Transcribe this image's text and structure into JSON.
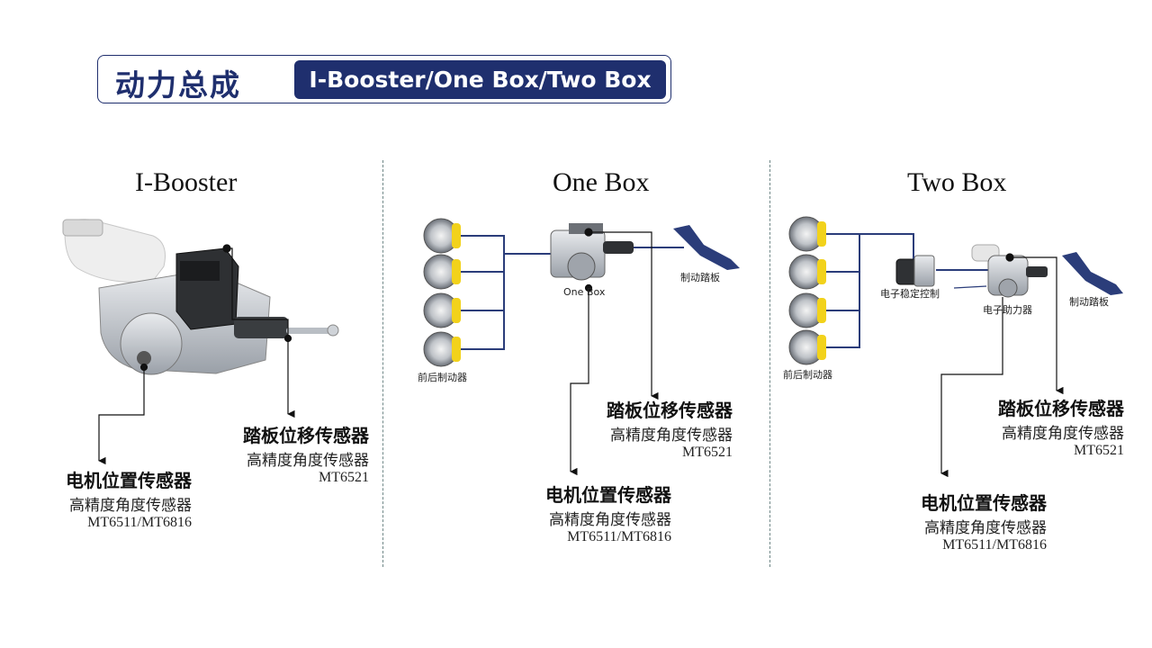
{
  "header": {
    "title": "动力总成",
    "subtitle": "I-Booster/One Box/Two Box"
  },
  "columns": {
    "ibooster": {
      "title": "I-Booster",
      "pedal_sensor": {
        "name": "踏板位移传感器",
        "desc": "高精度角度传感器",
        "model": "MT6521"
      },
      "motor_sensor": {
        "name": "电机位置传感器",
        "desc": "高精度角度传感器",
        "model": "MT6511/MT6816"
      }
    },
    "onebox": {
      "title": "One Box",
      "labels": {
        "unit": "One Box",
        "pedal": "制动踏板",
        "brakes": "前后制动器"
      },
      "pedal_sensor": {
        "name": "踏板位移传感器",
        "desc": "高精度角度传感器",
        "model": "MT6521"
      },
      "motor_sensor": {
        "name": "电机位置传感器",
        "desc": "高精度角度传感器",
        "model": "MT6511/MT6816"
      }
    },
    "twobox": {
      "title": "Two Box",
      "labels": {
        "esc": "电子稳定控制",
        "booster": "电子助力器",
        "pedal": "制动踏板",
        "brakes": "前后制动器"
      },
      "pedal_sensor": {
        "name": "踏板位移传感器",
        "desc": "高精度角度传感器",
        "model": "MT6521"
      },
      "motor_sensor": {
        "name": "电机位置传感器",
        "desc": "高精度角度传感器",
        "model": "MT6511/MT6816"
      }
    }
  },
  "colors": {
    "brand": "#1f2f6e",
    "caliper": "#f2d21b",
    "line": "#2b3d7a"
  }
}
